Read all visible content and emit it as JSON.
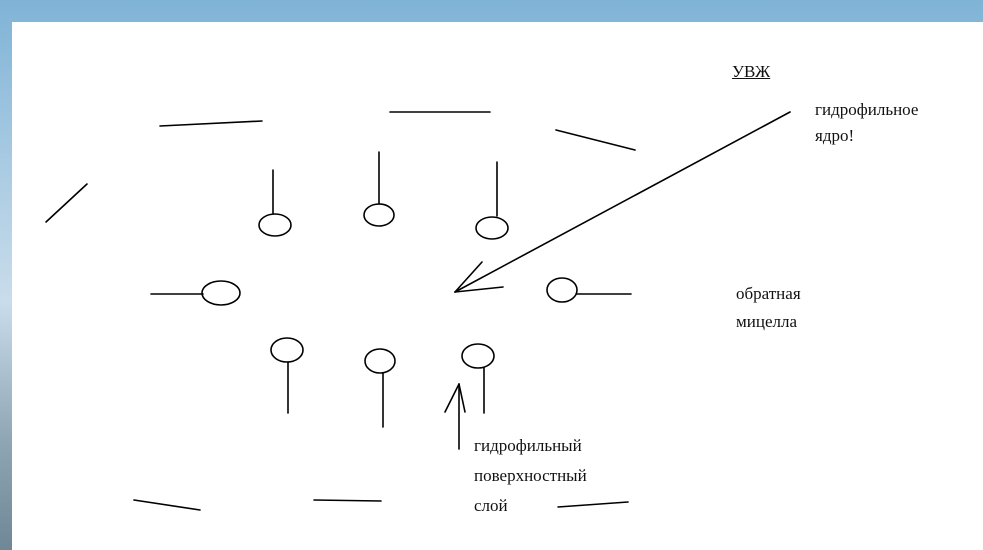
{
  "labels": {
    "heading": "УВЖ",
    "core_line1": "гидрофильное",
    "core_line2": "ядро!",
    "micelle_line1": "обратная",
    "micelle_line2": "мицелла",
    "surface_line1": "гидрофильный",
    "surface_line2": "поверхностный",
    "surface_line3": "слой"
  }
}
